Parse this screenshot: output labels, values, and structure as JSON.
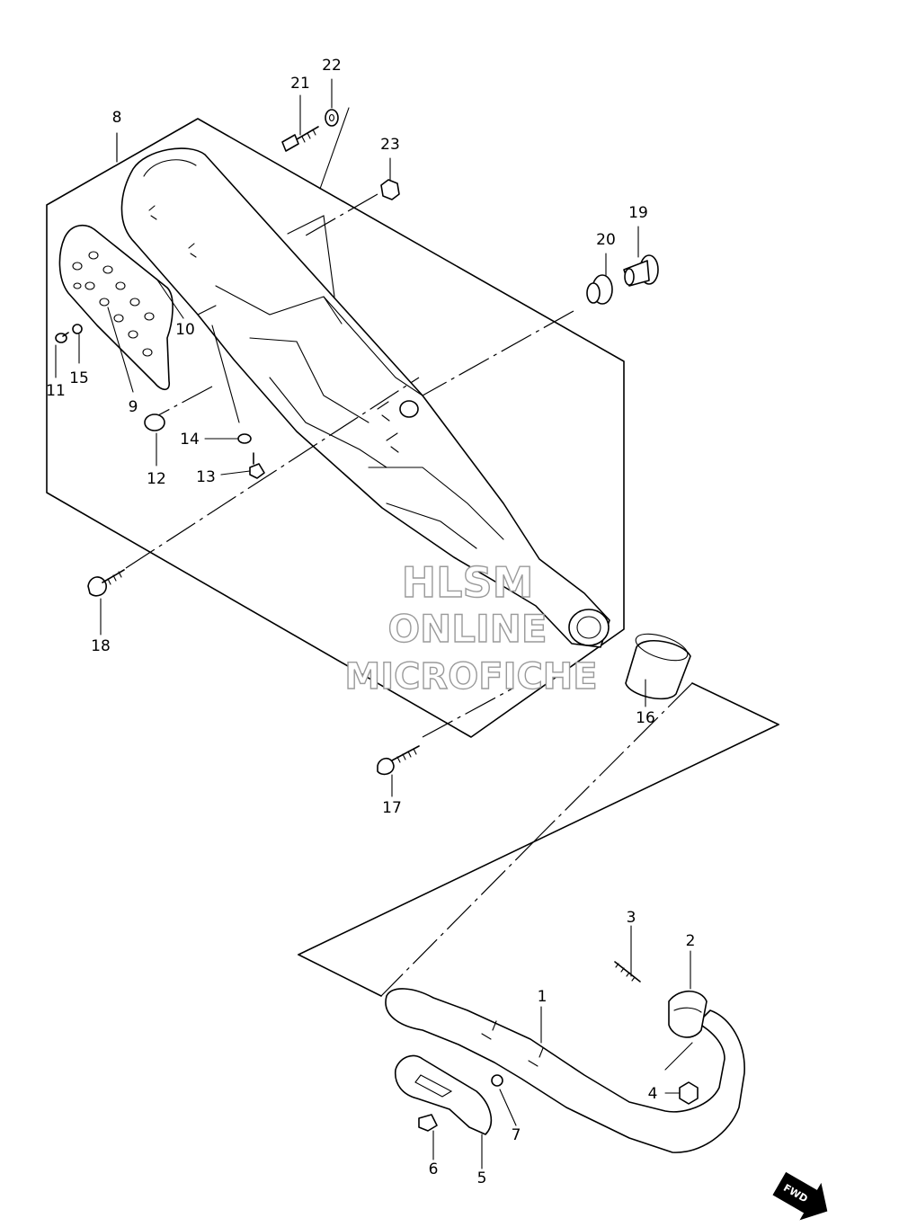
{
  "watermark": {
    "line1": "HLSM",
    "line2": "ONLINE",
    "line3": "MICROFICHE"
  },
  "fwd_label": "FWD",
  "callouts": [
    "1",
    "2",
    "3",
    "4",
    "5",
    "6",
    "7",
    "8",
    "9",
    "10",
    "11",
    "12",
    "13",
    "14",
    "15",
    "16",
    "17",
    "18",
    "19",
    "20",
    "21",
    "22",
    "23"
  ]
}
